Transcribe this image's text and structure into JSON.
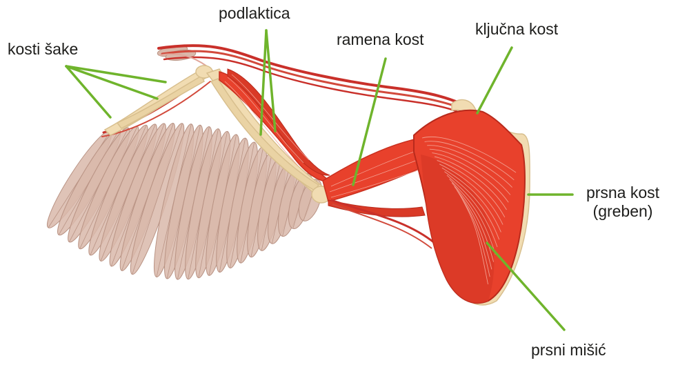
{
  "labels": {
    "hand_bones": "kosti šake",
    "forearm": "podlaktica",
    "humerus": "ramena kost",
    "clavicle": "ključna kost",
    "sternum_line1": "prsna kost",
    "sternum_line2": "(greben)",
    "pectoral": "prsni mišić"
  },
  "colors": {
    "leader": "#6fb42c",
    "muscle": "#e8412c",
    "muscle_dark": "#c9301f",
    "tendon": "#c9302a",
    "bone": "#f1dcb2",
    "bone_edge": "#d8bf8e",
    "feather": "#d9b8aa",
    "feather_edge": "#b99384",
    "text": "#1d1d1b"
  }
}
